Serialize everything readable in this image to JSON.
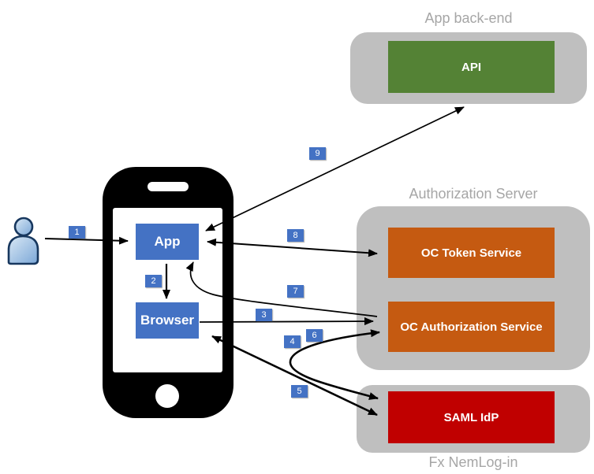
{
  "backend": {
    "title": "App back-end",
    "api_label": "API"
  },
  "auth_server": {
    "title": "Authorization Server",
    "token_service_label": "OC Token Service",
    "authorization_service_label": "OC Authorization Service"
  },
  "nemlogin": {
    "title": "Fx NemLog-in",
    "idp_label": "SAML IdP"
  },
  "phone": {
    "app_label": "App",
    "browser_label": "Browser"
  },
  "steps": [
    "1",
    "2",
    "3",
    "4",
    "5",
    "6",
    "7",
    "8",
    "9"
  ],
  "flows": [
    {
      "step": "1",
      "from": "User",
      "to": "App",
      "bidirectional": false
    },
    {
      "step": "2",
      "from": "App",
      "to": "Browser",
      "bidirectional": false
    },
    {
      "step": "3",
      "from": "Browser",
      "to": "OC Authorization Service",
      "bidirectional": false
    },
    {
      "step": "4",
      "from": "OC Authorization Service",
      "to": "SAML IdP",
      "bidirectional": true
    },
    {
      "step": "5",
      "from": "Browser",
      "to": "SAML IdP",
      "bidirectional": true
    },
    {
      "step": "6",
      "from": "SAML IdP",
      "to": "OC Authorization Service",
      "bidirectional": true
    },
    {
      "step": "7",
      "from": "OC Authorization Service",
      "to": "App",
      "bidirectional": false
    },
    {
      "step": "8",
      "from": "App",
      "to": "OC Token Service",
      "bidirectional": true
    },
    {
      "step": "9",
      "from": "App",
      "to": "API",
      "bidirectional": true
    }
  ],
  "icons": {
    "user": "person-icon",
    "phone": "smartphone-icon"
  },
  "colors": {
    "node_blue": "#4472C4",
    "api_green": "#548235",
    "service_orange": "#C55A11",
    "idp_red": "#C00000",
    "container_gray": "#BFBFBF",
    "title_gray": "#A6A6A6",
    "arrow_black": "#000000"
  }
}
